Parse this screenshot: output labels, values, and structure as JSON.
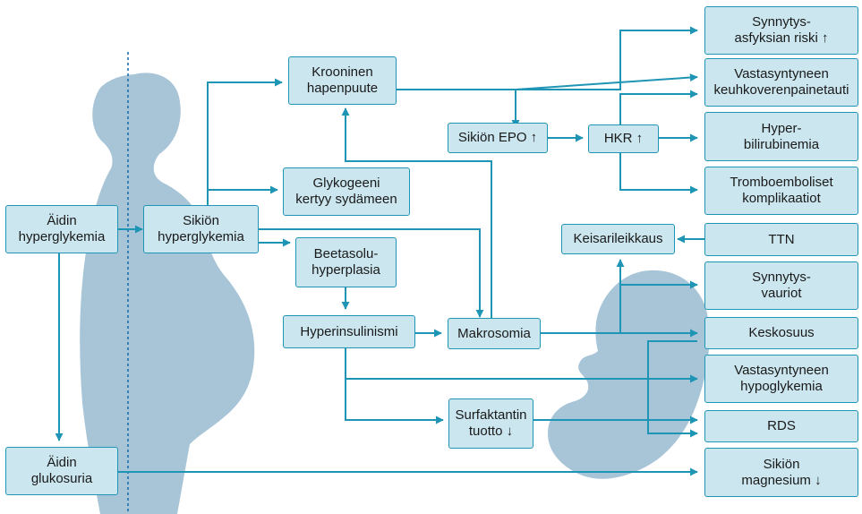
{
  "diagram": {
    "nodes": {
      "aidin_hyperglykemia": [
        "Äidin",
        "hyperglykemia"
      ],
      "aidin_glukosuria": [
        "Äidin",
        "glukosuria"
      ],
      "sikion_hyperglykemia": [
        "Sikiön",
        "hyperglykemia"
      ],
      "krooninen_hapenpuute": [
        "Krooninen",
        "hapenpuute"
      ],
      "glykogeeni": [
        "Glykogeeni",
        "kertyy sydämeen"
      ],
      "beetasolu": [
        "Beetasolu-",
        "hyperplasia"
      ],
      "hyperinsulinismi": [
        "Hyperinsulinismi"
      ],
      "makrosomia": [
        "Makrosomia"
      ],
      "sikion_epo": [
        "Sikiön EPO ↑"
      ],
      "hkr": [
        "HKR ↑"
      ],
      "surfaktantin": [
        "Surfaktantin",
        "tuotto ↓"
      ],
      "keisarileikkaus": [
        "Keisarileikkaus"
      ],
      "synnytysasfyksia": [
        "Synnytys-",
        "asfyksian riski ↑"
      ],
      "keuhkoverenpainetauti": [
        "Vastasyntyneen",
        "keuhkoverenpainetauti"
      ],
      "hyperbilirubinemia": [
        "Hyper-",
        "bilirubinemia"
      ],
      "tromboemboliset": [
        "Tromboemboliset",
        "komplikaatiot"
      ],
      "ttn": [
        "TTN"
      ],
      "synnytysvauriot": [
        "Synnytys-",
        "vauriot"
      ],
      "keskosuus": [
        "Keskosuus"
      ],
      "hypoglykemia": [
        "Vastasyntyneen",
        "hypoglykemia"
      ],
      "rds": [
        "RDS"
      ],
      "magnesium": [
        "Sikiön",
        "magnesium ↓"
      ]
    },
    "colors": {
      "box_fill": "#cbe6ef",
      "box_border": "#1f95b5",
      "arrow": "#1f95b5",
      "silhouette": "#a8c5d8",
      "divider": "#1f6fb0"
    },
    "icons": [
      "pregnant-woman-silhouette",
      "fetus-silhouette"
    ]
  }
}
